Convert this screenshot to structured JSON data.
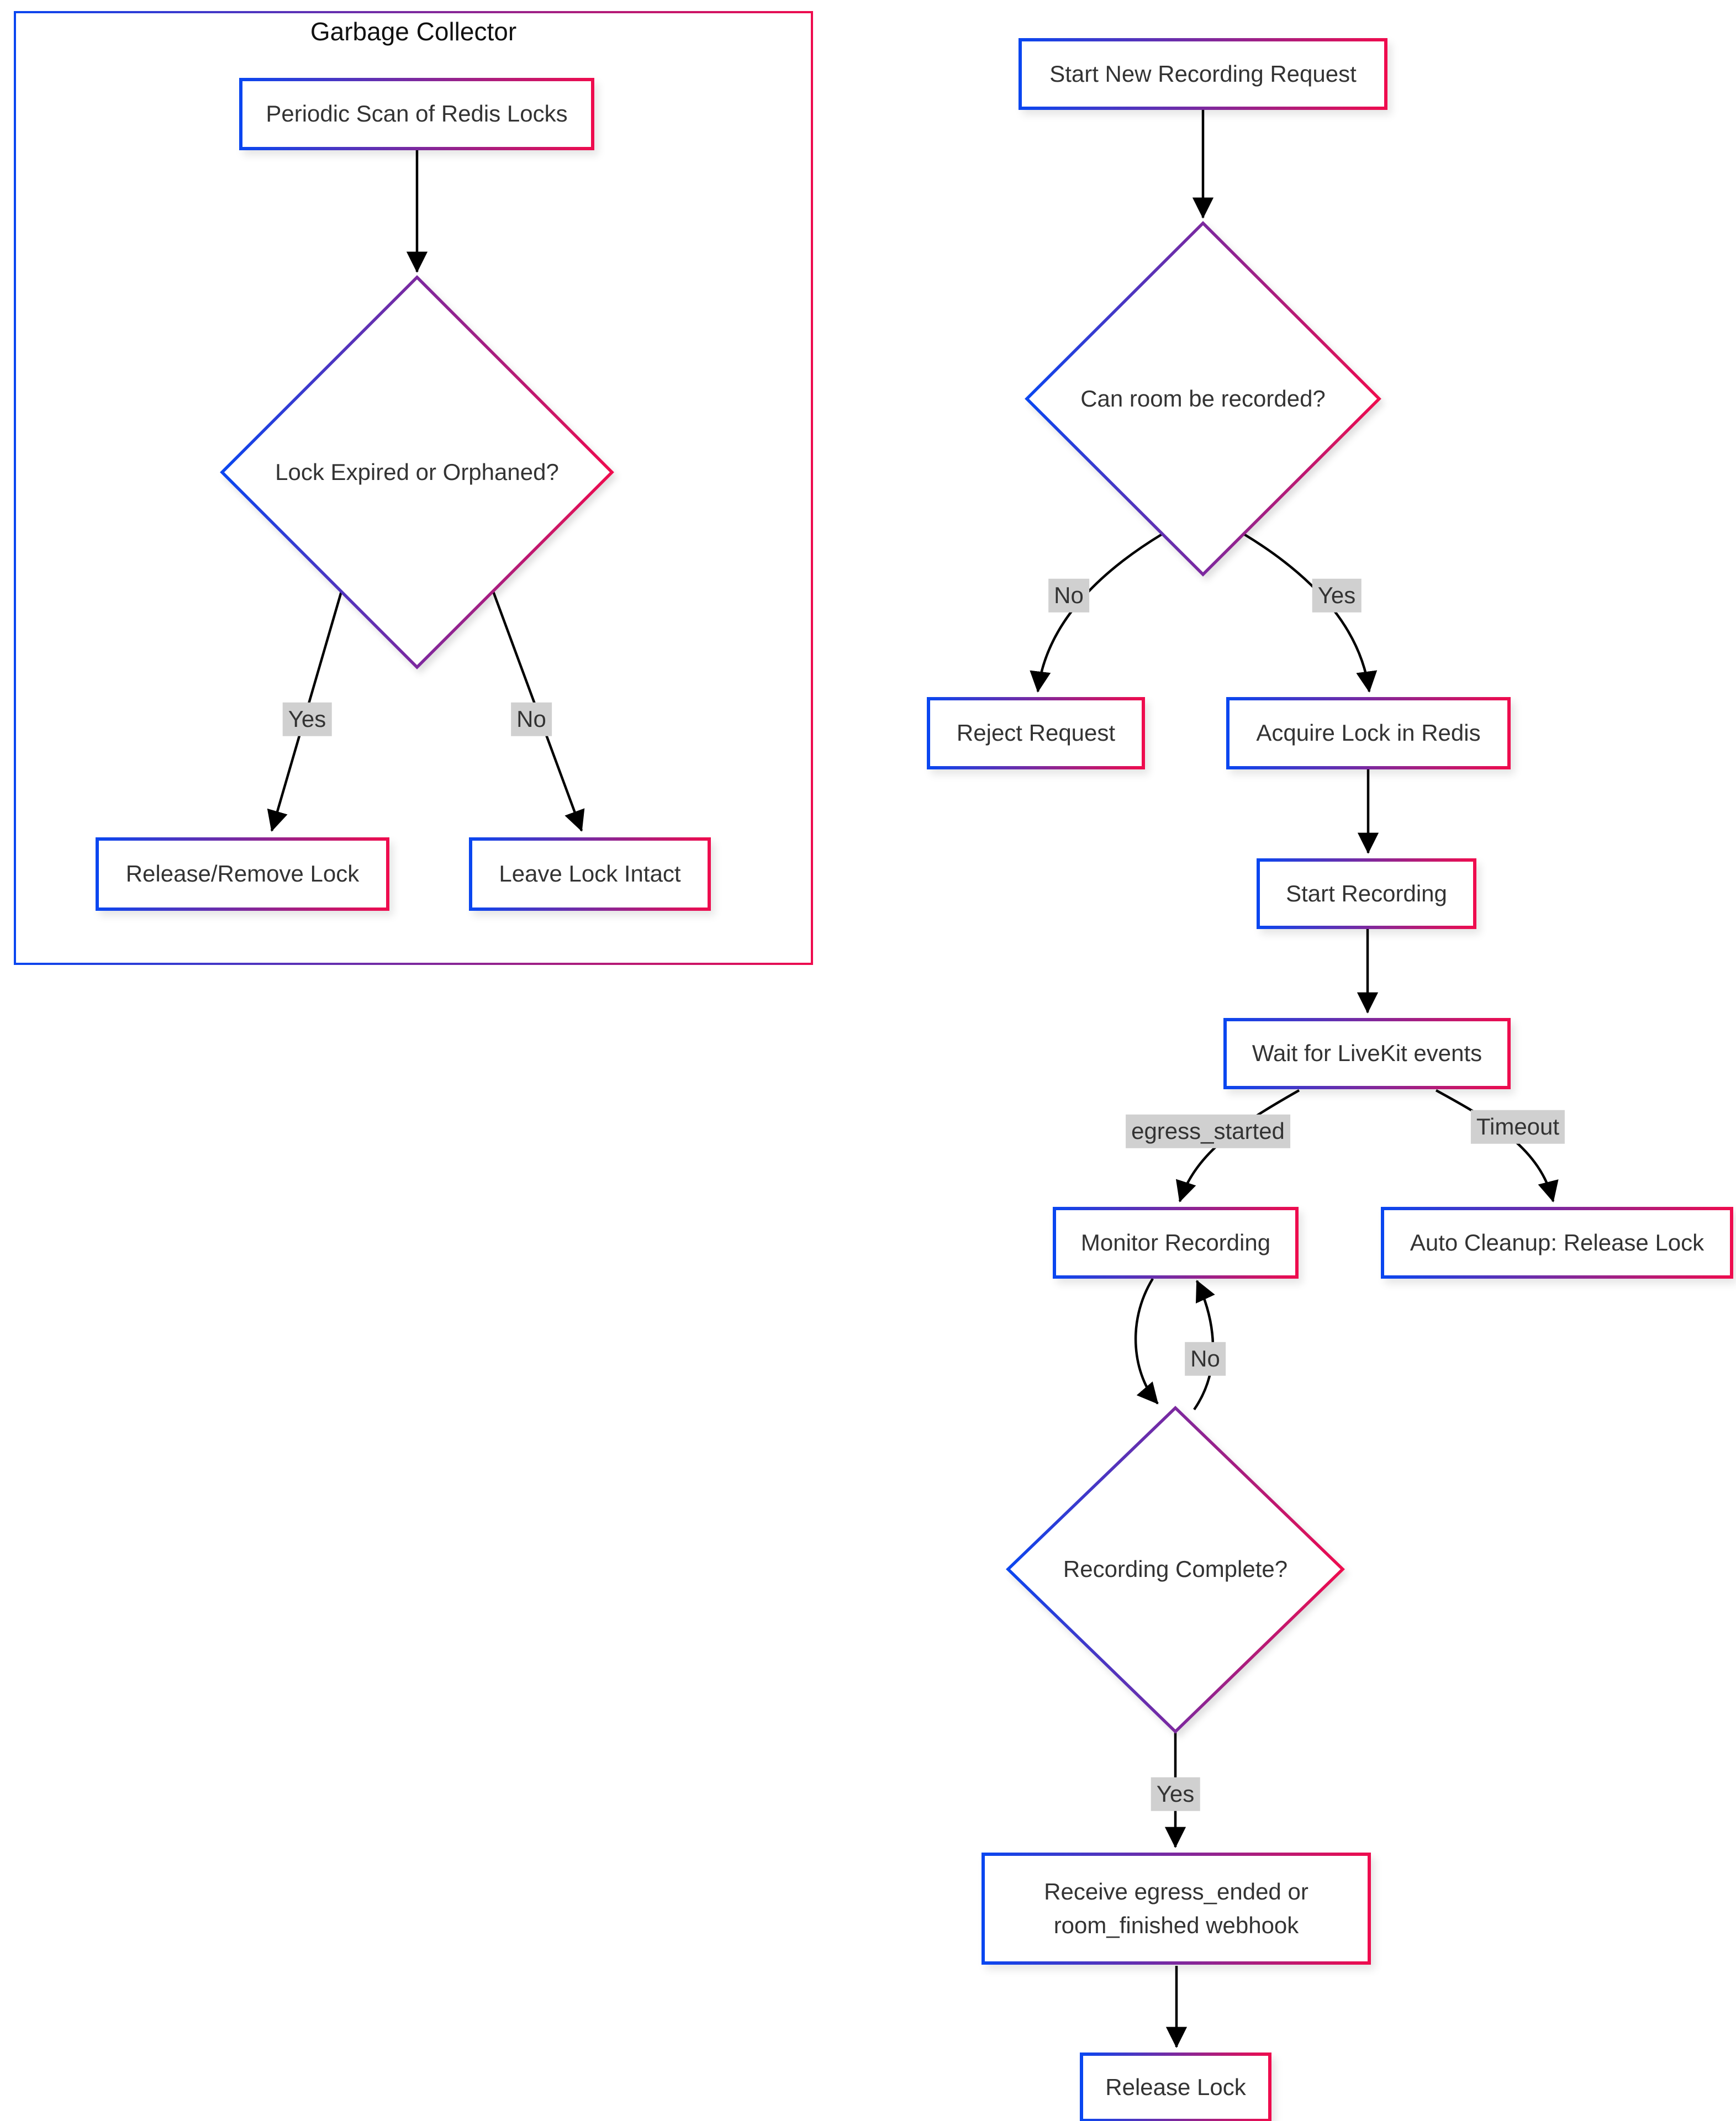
{
  "diagram": {
    "type": "flowchart",
    "background_color": "#ffffff",
    "gradient_start_color": "#0a46f0",
    "gradient_end_color": "#ee0c4e",
    "edge_color": "#000000",
    "edge_label_background": "#d0d0d0",
    "node_fill": "#ffffff",
    "text_color": "#333333"
  },
  "subgraph": {
    "title": "Garbage Collector"
  },
  "nodes": {
    "periodic_scan": {
      "label": "Periodic Scan of Redis Locks"
    },
    "lock_expired": {
      "label": "Lock Expired or Orphaned?"
    },
    "release_remove": {
      "label": "Release/Remove Lock"
    },
    "leave_intact": {
      "label": "Leave Lock Intact"
    },
    "start_request": {
      "label": "Start New Recording Request"
    },
    "can_record": {
      "label": "Can room be recorded?"
    },
    "reject": {
      "label": "Reject Request"
    },
    "acquire_lock": {
      "label": "Acquire Lock in Redis"
    },
    "start_recording": {
      "label": "Start Recording"
    },
    "wait_events": {
      "label": "Wait for LiveKit events"
    },
    "monitor": {
      "label": "Monitor Recording"
    },
    "auto_cleanup": {
      "label": "Auto Cleanup: Release Lock"
    },
    "recording_complete": {
      "label": "Recording Complete?"
    },
    "receive_webhook": {
      "lines": [
        "Receive egress_ended or",
        "room_finished webhook"
      ]
    },
    "release_lock": {
      "label": "Release Lock"
    }
  },
  "edge_labels": {
    "gc_yes": "Yes",
    "gc_no": "No",
    "can_no": "No",
    "can_yes": "Yes",
    "egress_started": "egress_started",
    "timeout": "Timeout",
    "loop_no": "No",
    "complete_yes": "Yes"
  }
}
